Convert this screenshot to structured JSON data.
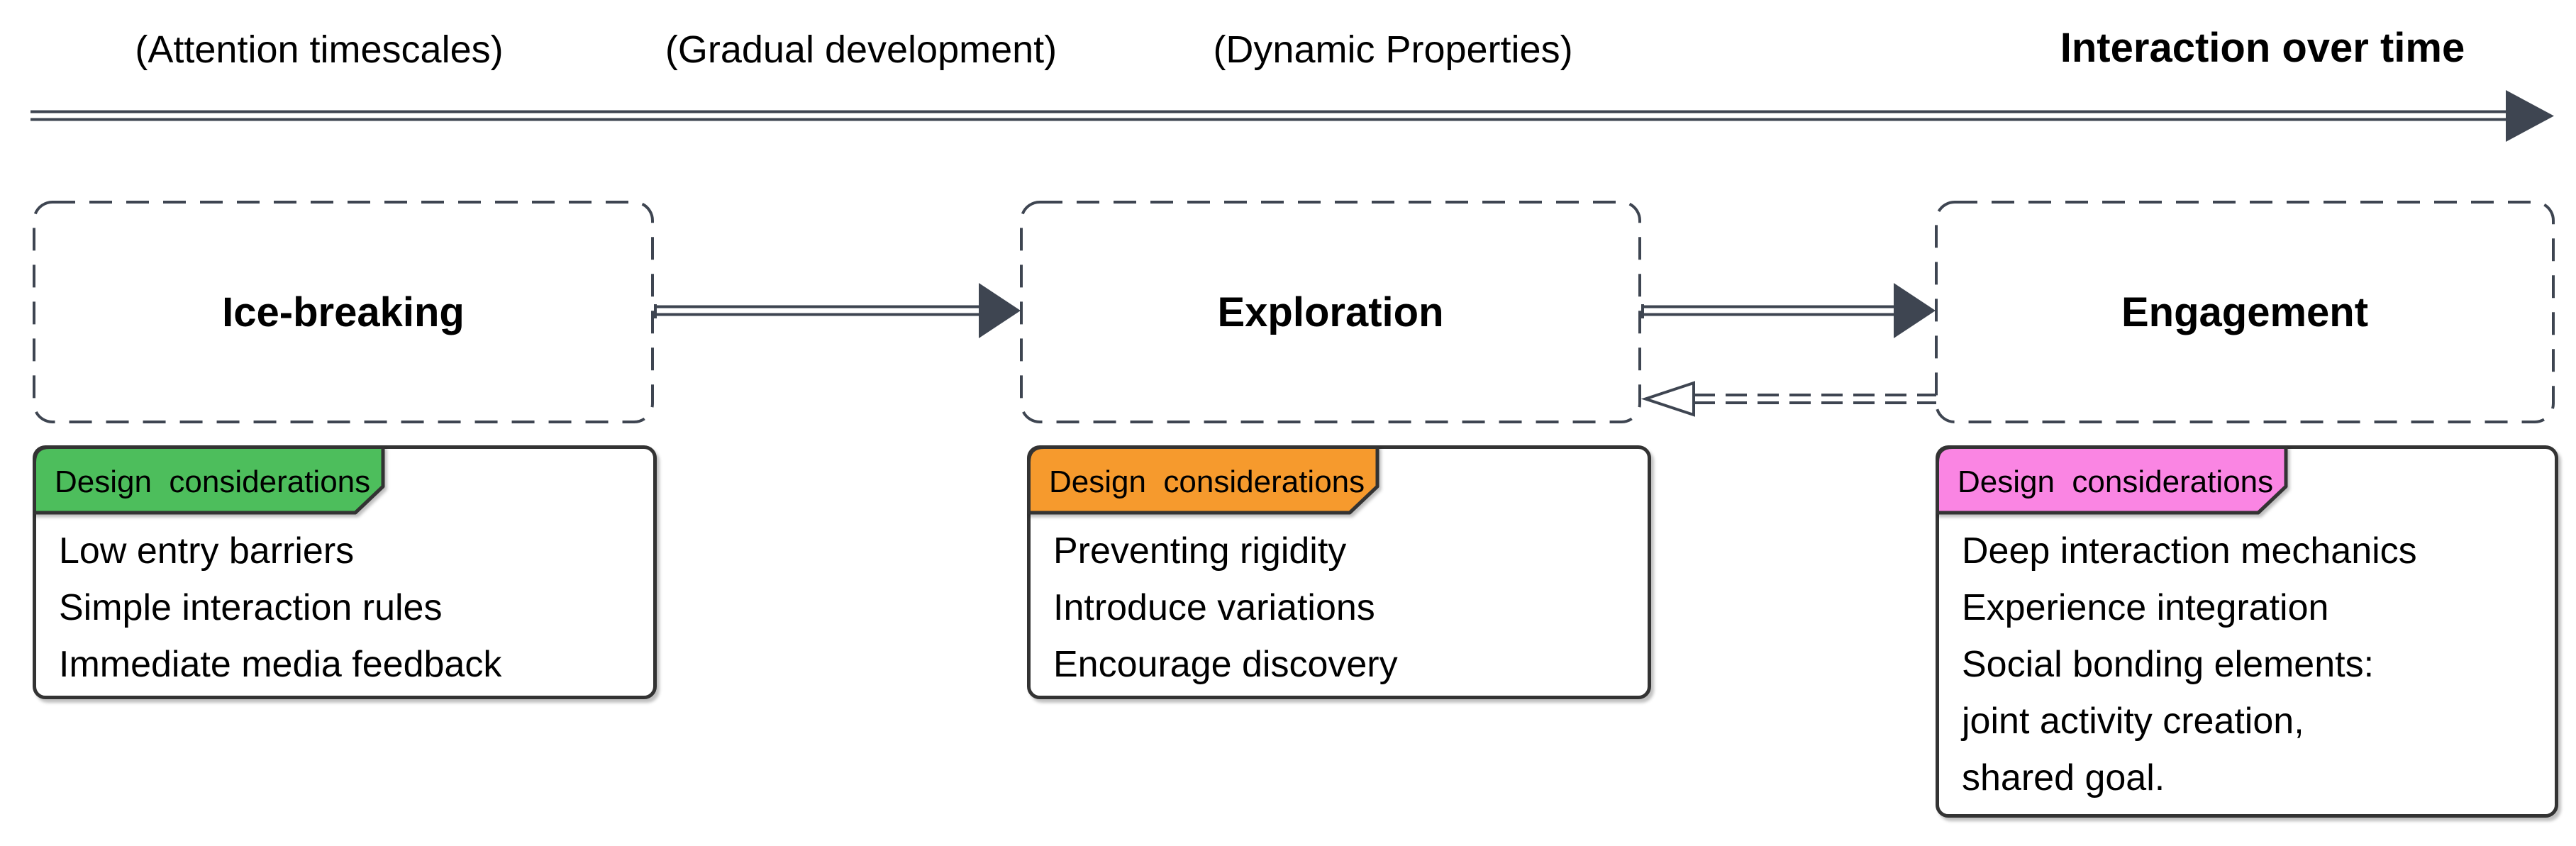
{
  "colors": {
    "line": "#3e4551",
    "card_border": "#333333",
    "background": "#ffffff"
  },
  "header": {
    "labels": [
      "(Attention timescales)",
      "(Gradual development)",
      "(Dynamic Properties)"
    ],
    "timeline_title": "Interaction over time"
  },
  "stages": [
    {
      "title": "Ice-breaking"
    },
    {
      "title": "Exploration"
    },
    {
      "title": "Engagement"
    }
  ],
  "cards": [
    {
      "tab_label": "Design  considerations",
      "accent": "#4dbe5c",
      "lines": [
        "Low entry barriers",
        "Simple interaction rules",
        "Immediate media feedback"
      ]
    },
    {
      "tab_label": "Design  considerations",
      "accent": "#f69a2d",
      "lines": [
        "Preventing rigidity",
        "Introduce variations",
        "Encourage discovery"
      ]
    },
    {
      "tab_label": "Design  considerations",
      "accent": "#fa85e3",
      "lines": [
        "Deep interaction mechanics",
        "Experience integration",
        "Social bonding elements:",
        "joint activity creation,",
        "shared goal."
      ]
    }
  ]
}
